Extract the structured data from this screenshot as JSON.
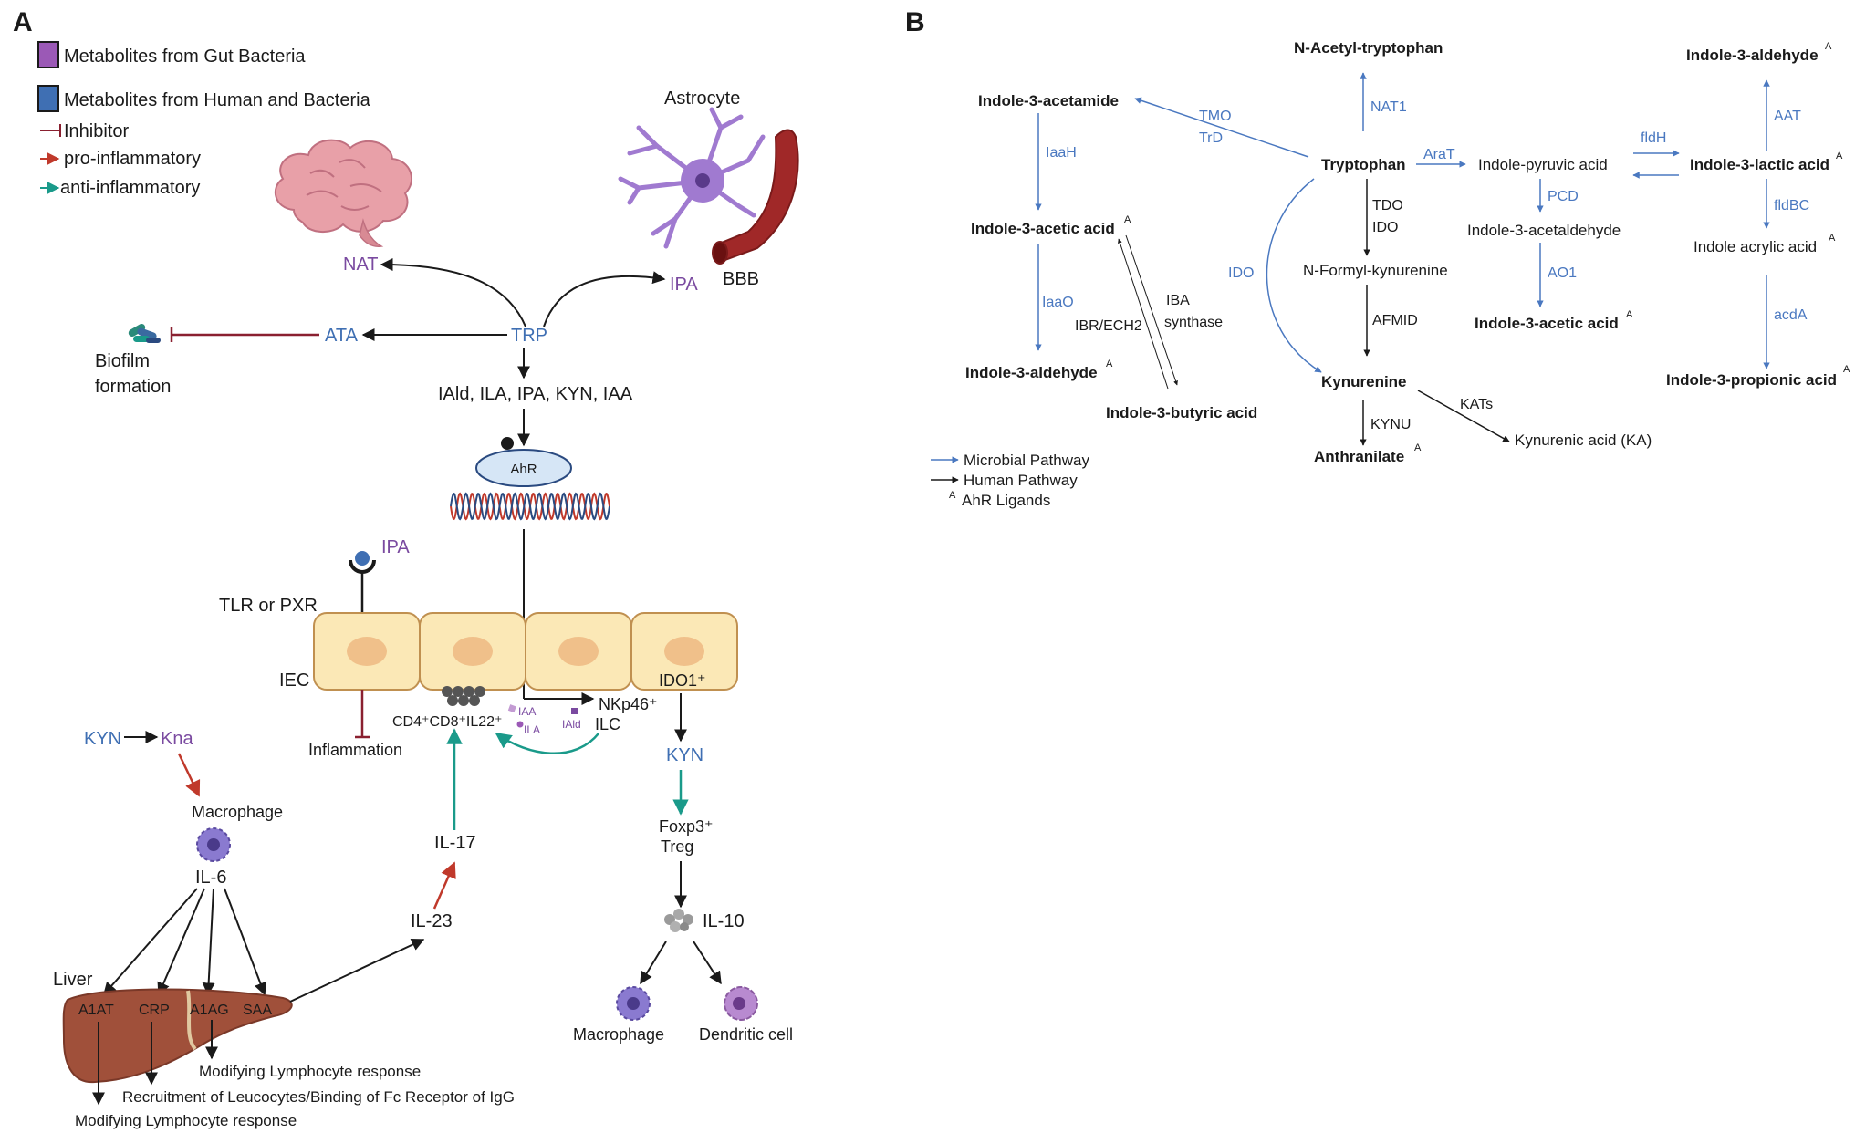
{
  "panel_labels": {
    "a": "A",
    "b": "B"
  },
  "legend_a": {
    "gut_bacteria": "Metabolites from Gut Bacteria",
    "human_bacteria": "Metabolites from Human and Bacteria",
    "inhibitor": "Inhibitor",
    "pro_inflammatory": "pro-inflammatory",
    "anti_inflammatory": "anti-inflammatory"
  },
  "panel_a": {
    "astrocyte": "Astrocyte",
    "nat": "NAT",
    "ipa_top": "IPA",
    "bbb": "BBB",
    "ata": "ATA",
    "trp": "TRP",
    "biofilm_1": "Biofilm",
    "biofilm_2": "formation",
    "metabolites": "IAld, ILA, IPA, KYN, IAA",
    "ahr": "AhR",
    "ipa_receptor": "IPA",
    "tlr_pxr": "TLR or PXR",
    "iec": "IEC",
    "ido1": "IDO1⁺",
    "inflammation": "Inflammation",
    "cd4": "CD4⁺CD8⁺IL22⁺",
    "nkp46": "NKp46⁺",
    "ilc": "ILC",
    "small_iaa": "IAA",
    "small_ila": "ILA",
    "small_iald": "IAld",
    "kyn_right": "KYN",
    "foxp3": "Foxp3⁺",
    "treg": "Treg",
    "il10": "IL-10",
    "macrophage_bottom": "Macrophage",
    "dendritic": "Dendritic cell",
    "kyn_left": "KYN",
    "kna": "Kna",
    "macrophage": "Macrophage",
    "il6": "IL-6",
    "il17": "IL-17",
    "il23": "IL-23",
    "liver": "Liver",
    "a1at": "A1AT",
    "crp": "CRP",
    "a1ag": "A1AG",
    "saa": "SAA",
    "mod_lymph_1": "Modifying Lymphocyte response",
    "recruitment": "Recruitment of Leucocytes/Binding of Fc Receptor of IgG",
    "mod_lymph_2": "Modifying Lymphocyte response"
  },
  "panel_b": {
    "n_acetyl": "N-Acetyl-tryptophan",
    "nat1": "NAT1",
    "indole_acetamide": "Indole-3-acetamide",
    "tmo": "TMO",
    "trd": "TrD",
    "iaah": "IaaH",
    "tryptophan": "Tryptophan",
    "arat": "AraT",
    "indole_pyruvic": "Indole-pyruvic acid",
    "fldh": "fldH",
    "indole_lactic": "Indole-3-lactic acid",
    "indole_aldehyde_top": "Indole-3-aldehyde",
    "aat": "AAT",
    "indole_acetic_left": "Indole-3-acetic acid",
    "tdo": "TDO",
    "ido_left": "IDO",
    "pcd": "PCD",
    "indole_acetaldehyde": "Indole-3-acetaldehyde",
    "fldbc": "fldBC",
    "indole_acrylic": "Indole acrylic acid",
    "iaao": "IaaO",
    "iba_1": "IBA",
    "iba_2": "synthase",
    "ibr": "IBR/ECH2",
    "ido_curve": "IDO",
    "n_formyl": "N-Formyl-kynurenine",
    "ao1": "AO1",
    "acda": "acdA",
    "afmid": "AFMID",
    "indole_acetic_right": "Indole-3-acetic acid",
    "indole_aldehyde_left": "Indole-3-aldehyde",
    "indole_propionic": "Indole-3-propionic acid",
    "indole_butyric": "Indole-3-butyric acid",
    "kynurenine": "Kynurenine",
    "kats": "KATs",
    "kynu": "KYNU",
    "kynurenic": "Kynurenic acid (KA)",
    "anthranilate": "Anthranilate",
    "sup": "A"
  },
  "legend_b": {
    "microbial": "Microbial Pathway",
    "human": "Human Pathway",
    "ahr_ligands": "AhR Ligands",
    "sup": "A"
  },
  "colors": {
    "microbial_blue": "#4a78c0",
    "human_black": "#1a1a1a",
    "metabolite_purple": "#7a4aa0",
    "pro_inflammatory_red": "#c0392b",
    "anti_inflammatory_teal": "#1a9a8a",
    "inhibitor_maroon": "#8a2030"
  }
}
